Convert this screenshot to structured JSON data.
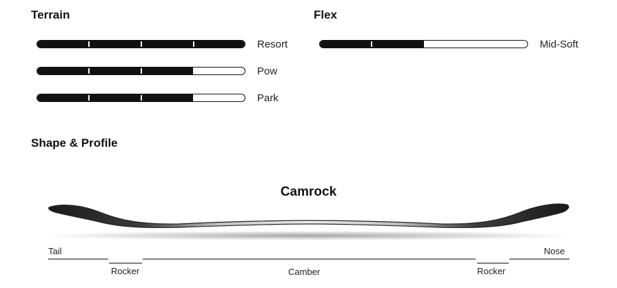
{
  "terrain": {
    "heading": "Terrain",
    "bars": [
      {
        "label": "Resort",
        "level": 1.0
      },
      {
        "label": "Pow",
        "level": 0.75
      },
      {
        "label": "Park",
        "level": 0.75
      }
    ]
  },
  "flex": {
    "heading": "Flex",
    "bars": [
      {
        "label": "Mid-Soft",
        "level": 0.5
      }
    ]
  },
  "shape": {
    "heading": "Shape & Profile",
    "profile_name": "Camrock",
    "zones": {
      "tail": "Tail",
      "rocker_left": "Rocker",
      "camber": "Camber",
      "rocker_right": "Rocker",
      "nose": "Nose"
    }
  },
  "colors": {
    "bar_fill": "#111111",
    "bar_empty": "#ffffff",
    "text": "#111111"
  }
}
